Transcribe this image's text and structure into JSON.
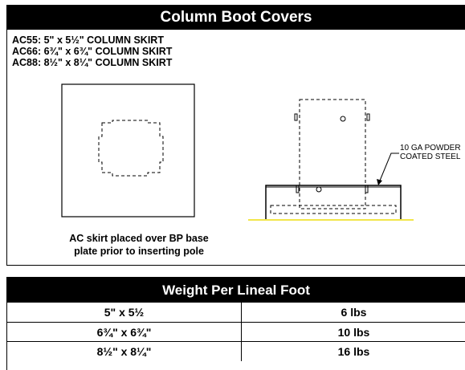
{
  "header": {
    "title": "Column Boot Covers"
  },
  "models": [
    "AC55: 5\" x 5½\" COLUMN SKIRT",
    "AC66: 6¾\" x 6¾\" COLUMN SKIRT",
    "AC88: 8½\" x 8¼\" COLUMN SKIRT"
  ],
  "caption": {
    "line1": "AC skirt placed over BP base",
    "line2": "plate prior to inserting pole"
  },
  "callout": {
    "line1": "10 GA POWDER",
    "line2": "COATED STEEL"
  },
  "weight_table": {
    "title": "Weight Per Lineal Foot",
    "rows": [
      {
        "size": "5\" x 5½",
        "weight": "6 lbs"
      },
      {
        "size": "6¾\" x 6¾\"",
        "weight": "10 lbs"
      },
      {
        "size": "8½\" x 8¼\"",
        "weight": "16 lbs"
      }
    ]
  },
  "colors": {
    "header_bg": "#000000",
    "ground_line": "#f2e64a"
  }
}
